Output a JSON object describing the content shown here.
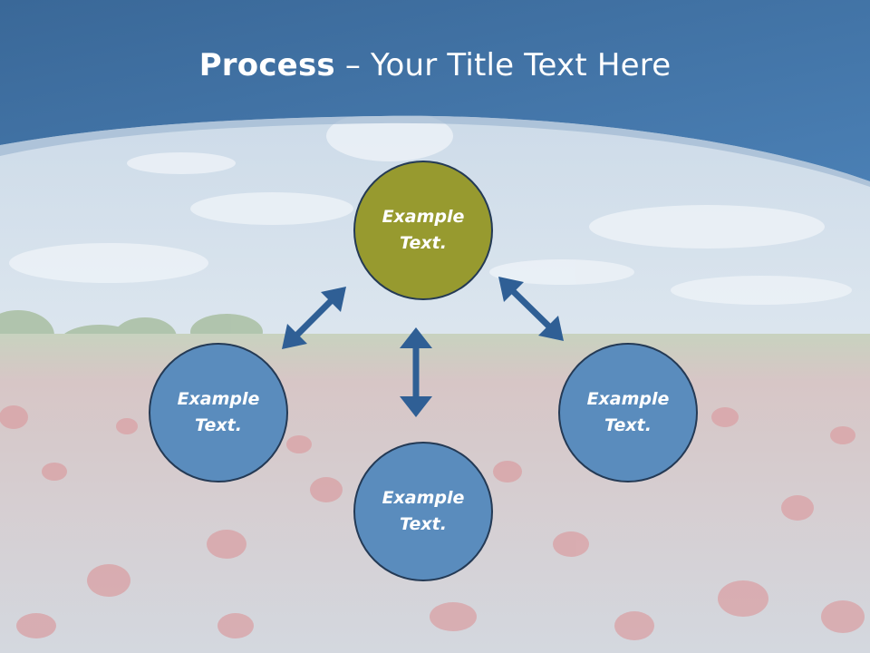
{
  "title": {
    "bold": "Process",
    "rest": " – Your Title Text Here"
  },
  "nodes": {
    "top": {
      "line1": "Example",
      "line2": "Text."
    },
    "left": {
      "line1": "Example",
      "line2": "Text."
    },
    "bottom": {
      "line1": "Example",
      "line2": "Text."
    },
    "right": {
      "line1": "Example",
      "line2": "Text."
    }
  },
  "colors": {
    "header_blue": "#3f6f9f",
    "node_blue": "#5a8cbd",
    "node_olive": "#979a2f",
    "arrow": "#2f5f95"
  },
  "icons": [
    "double-arrow-icon"
  ]
}
